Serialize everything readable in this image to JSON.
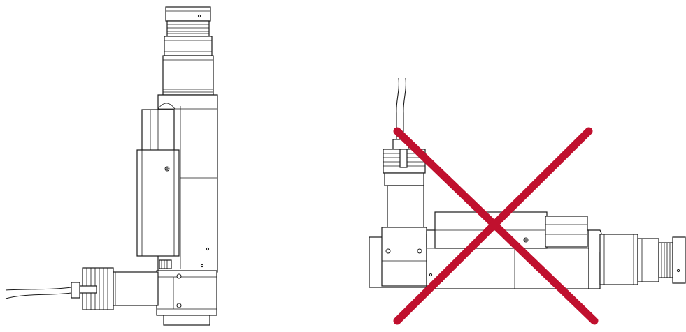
{
  "figure": {
    "left_view": {
      "orientation": "vertical",
      "status": "correct"
    },
    "right_view": {
      "orientation": "horizontal",
      "status": "incorrect",
      "mark": "cross",
      "mark_color": "#c0102e"
    },
    "line_color": "#1a1a1a",
    "background": "#ffffff"
  }
}
